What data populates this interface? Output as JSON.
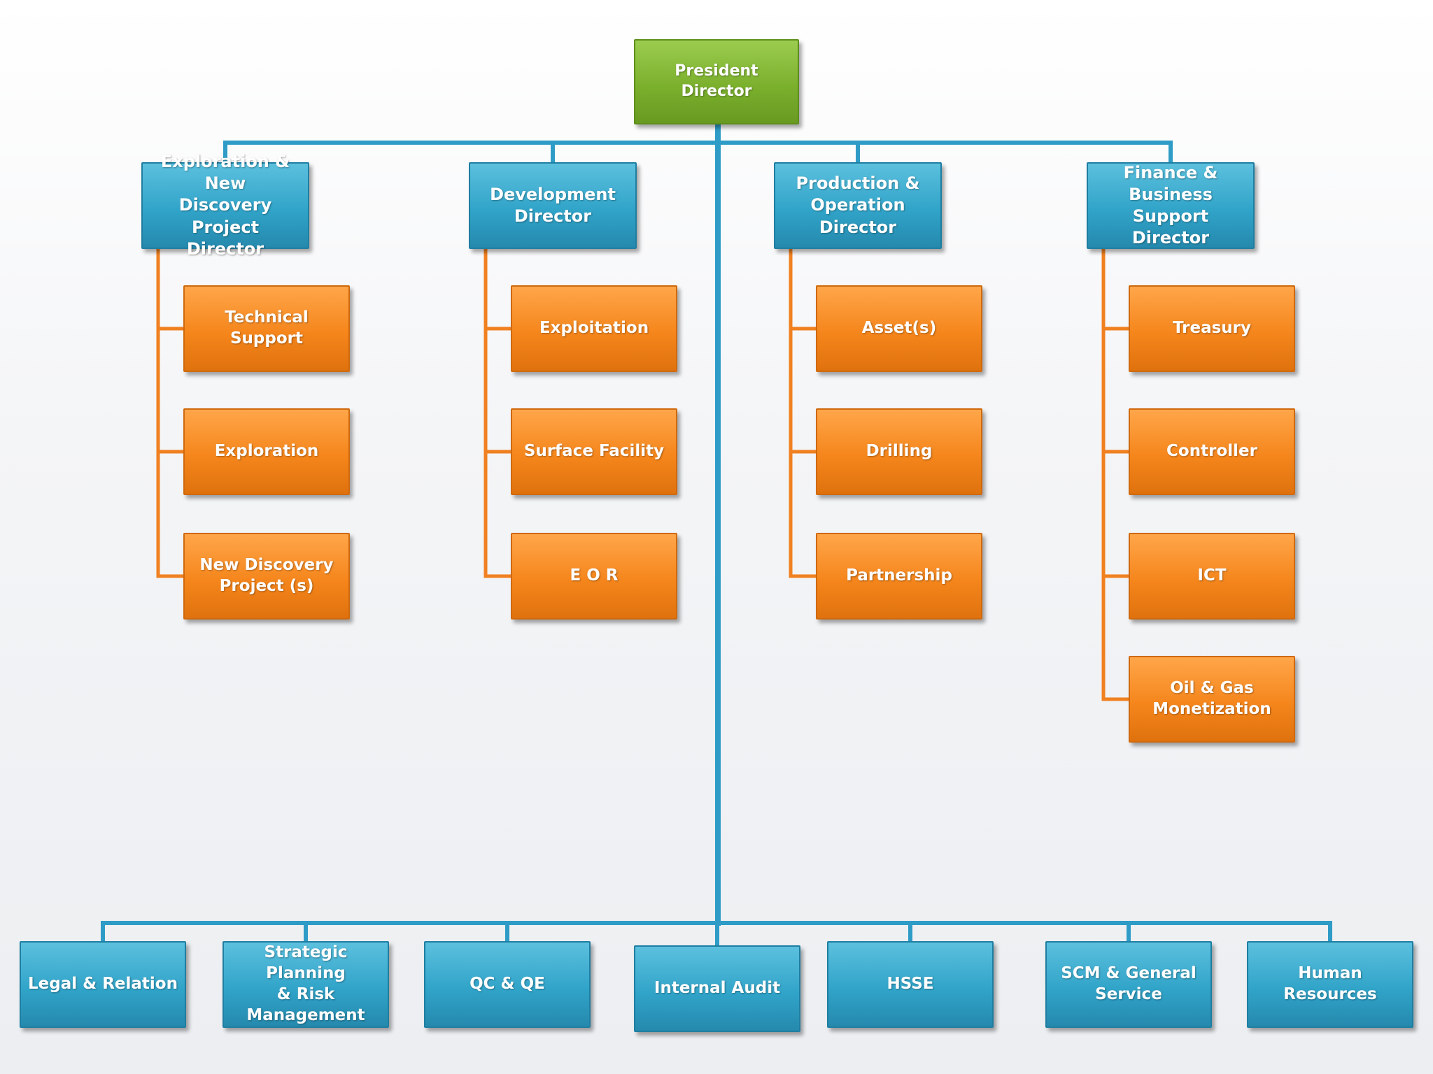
{
  "colors": {
    "president": "#7bb02d",
    "director": "#31a4c9",
    "unit": "#f5861c",
    "director_connector": "#2e9cc6",
    "unit_connector": "#f08020"
  },
  "president": {
    "label": "President Director"
  },
  "directors": [
    {
      "label": "Exploration & New\nDiscovery Project\nDirector",
      "units": [
        "Technical Support",
        "Exploration",
        "New Discovery\nProject (s)"
      ]
    },
    {
      "label": "Development\nDirector",
      "units": [
        "Exploitation",
        "Surface Facility",
        "E O R"
      ]
    },
    {
      "label": "Production &\nOperation Director",
      "units": [
        "Asset(s)",
        "Drilling",
        "Partnership"
      ]
    },
    {
      "label": "Finance & Business\nSupport Director",
      "units": [
        "Treasury",
        "Controller",
        "ICT",
        "Oil & Gas\nMonetization"
      ]
    }
  ],
  "support_units": [
    "Legal & Relation",
    "Strategic Planning\n& Risk\nManagement",
    "QC & QE",
    "Internal Audit",
    "HSSE",
    "SCM & General\nService",
    "Human Resources"
  ]
}
